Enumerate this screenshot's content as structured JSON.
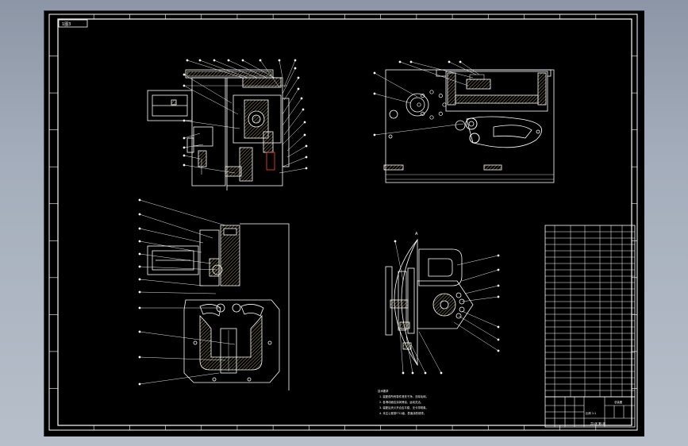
{
  "sheet": {
    "tag": "1图3",
    "colors": {
      "background": "#000000",
      "line": "#ffffff",
      "hatch": "#e8d28a",
      "accent": "#ff4040"
    }
  },
  "view_b_label": "A",
  "notes": {
    "title": "技术要求",
    "lines": [
      "1. 装配前所有零件清洗干净，去除毛刺。",
      "2. 各滑动面应涂润滑油，运动灵活。",
      "3. 装配后夹爪开合应平稳，无卡滞现象。",
      "4. 未注公差按IT12级，表面涂防锈漆。"
    ]
  },
  "title_block": {
    "drawing_title": "总装图",
    "scale": "比例 1:1",
    "sheet": "共1张 第1张"
  }
}
